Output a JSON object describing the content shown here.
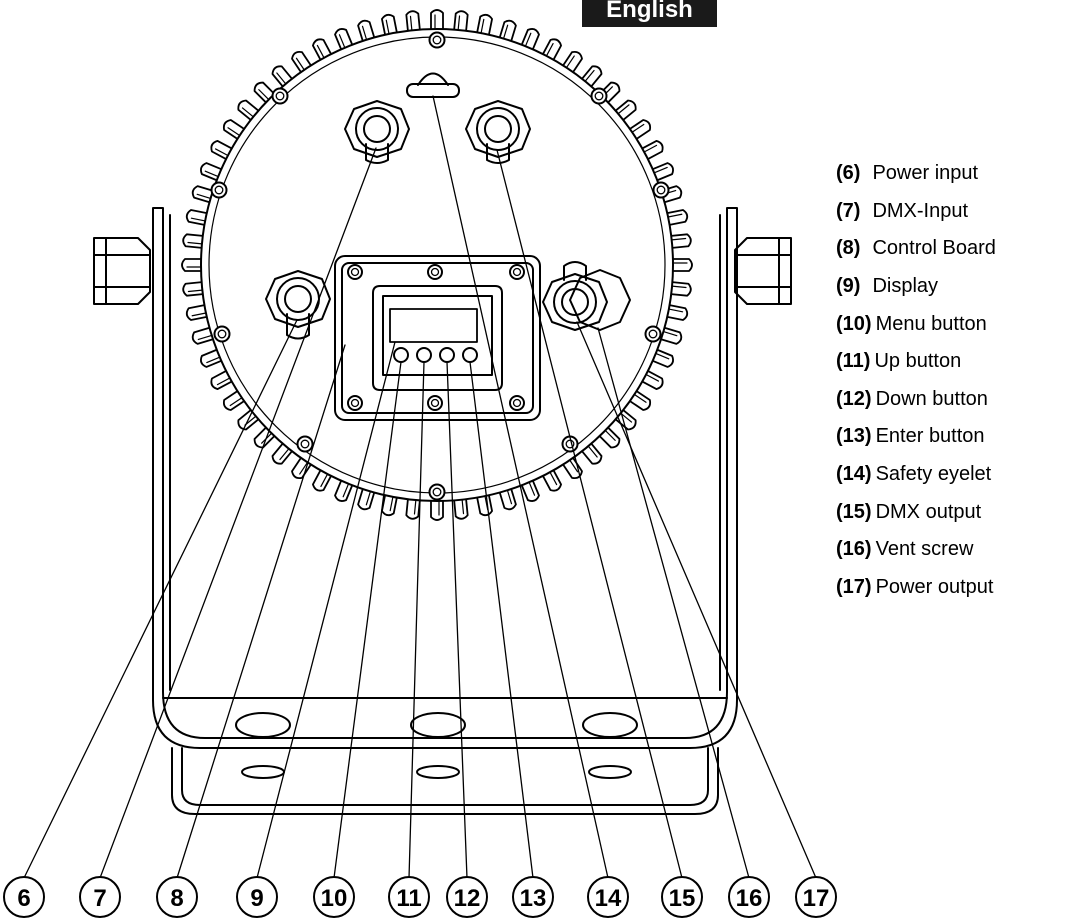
{
  "language_badge": "English",
  "legend": [
    {
      "num": "(6)",
      "label": "Power input"
    },
    {
      "num": "(7)",
      "label": "DMX-Input"
    },
    {
      "num": "(8)",
      "label": "Control Board"
    },
    {
      "num": "(9)",
      "label": "Display"
    },
    {
      "num": "(10)",
      "label": "Menu button"
    },
    {
      "num": "(11)",
      "label": "Up button"
    },
    {
      "num": "(12)",
      "label": "Down button"
    },
    {
      "num": "(13)",
      "label": "Enter button"
    },
    {
      "num": "(14)",
      "label": "Safety eyelet"
    },
    {
      "num": "(15)",
      "label": "DMX output"
    },
    {
      "num": "(16)",
      "label": "Vent screw"
    },
    {
      "num": "(17)",
      "label": "Power output"
    }
  ],
  "callouts": [
    "6",
    "7",
    "8",
    "9",
    "10",
    "11",
    "12",
    "13",
    "14",
    "15",
    "16",
    "17"
  ]
}
